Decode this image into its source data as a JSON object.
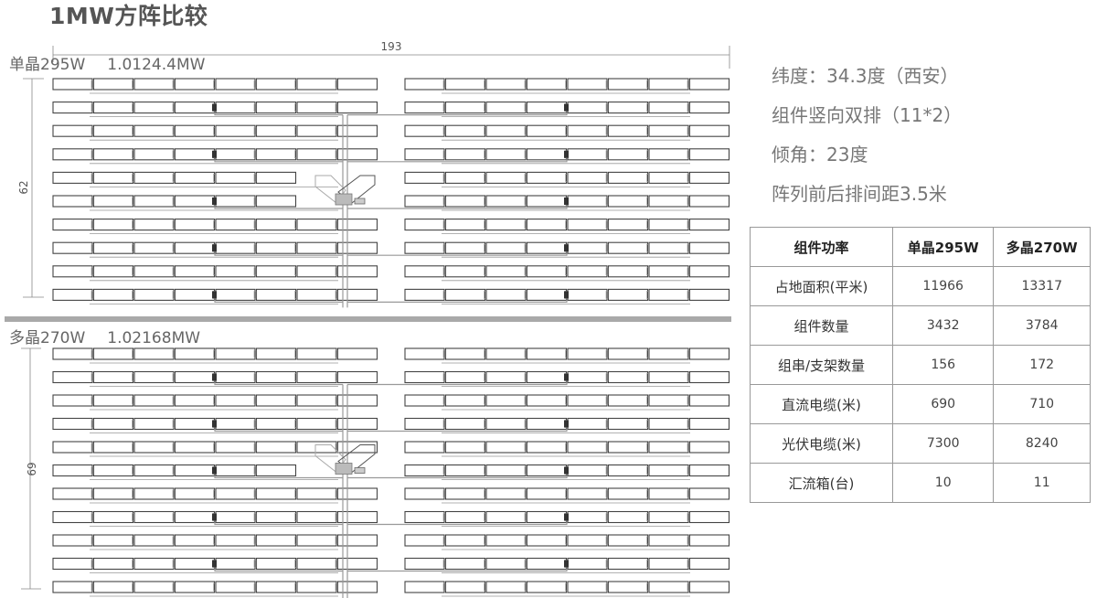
{
  "title": "1MW方阵比较",
  "arrays": [
    {
      "id": "mono",
      "label": "单晶295W",
      "capacity": "1.0124.4MW",
      "width_dim": "193",
      "height_dim": "62",
      "rows": 10,
      "combiner_rows": [
        1,
        3,
        5,
        7,
        9
      ]
    },
    {
      "id": "poly",
      "label": "多晶270W",
      "capacity": "1.02168MW",
      "height_dim": "69",
      "rows": 11,
      "combiner_rows": [
        1,
        3,
        5,
        7,
        9
      ]
    }
  ],
  "info": {
    "latitude": "纬度：34.3度（西安）",
    "arrangement": "组件竖向双排（11*2）",
    "tilt": "倾角：23度",
    "spacing": "阵列前后排间距3.5米"
  },
  "table": {
    "headers": [
      "组件功率",
      "单晶295W",
      "多晶270W"
    ],
    "rows": [
      [
        "占地面积(平米)",
        "11966",
        "13317"
      ],
      [
        "组件数量",
        "3432",
        "3784"
      ],
      [
        "组串/支架数量",
        "156",
        "172"
      ],
      [
        "直流电缆(米)",
        "690",
        "710"
      ],
      [
        "光伏电缆(米)",
        "7300",
        "8240"
      ],
      [
        "汇流箱(台)",
        "10",
        "11"
      ]
    ]
  },
  "colors": {
    "panel_stroke": "#444444",
    "cable": "#999999",
    "separator": "#a9a9a9",
    "inverter_fill": "#bbbbbb",
    "combiner_fill": "#333333"
  }
}
